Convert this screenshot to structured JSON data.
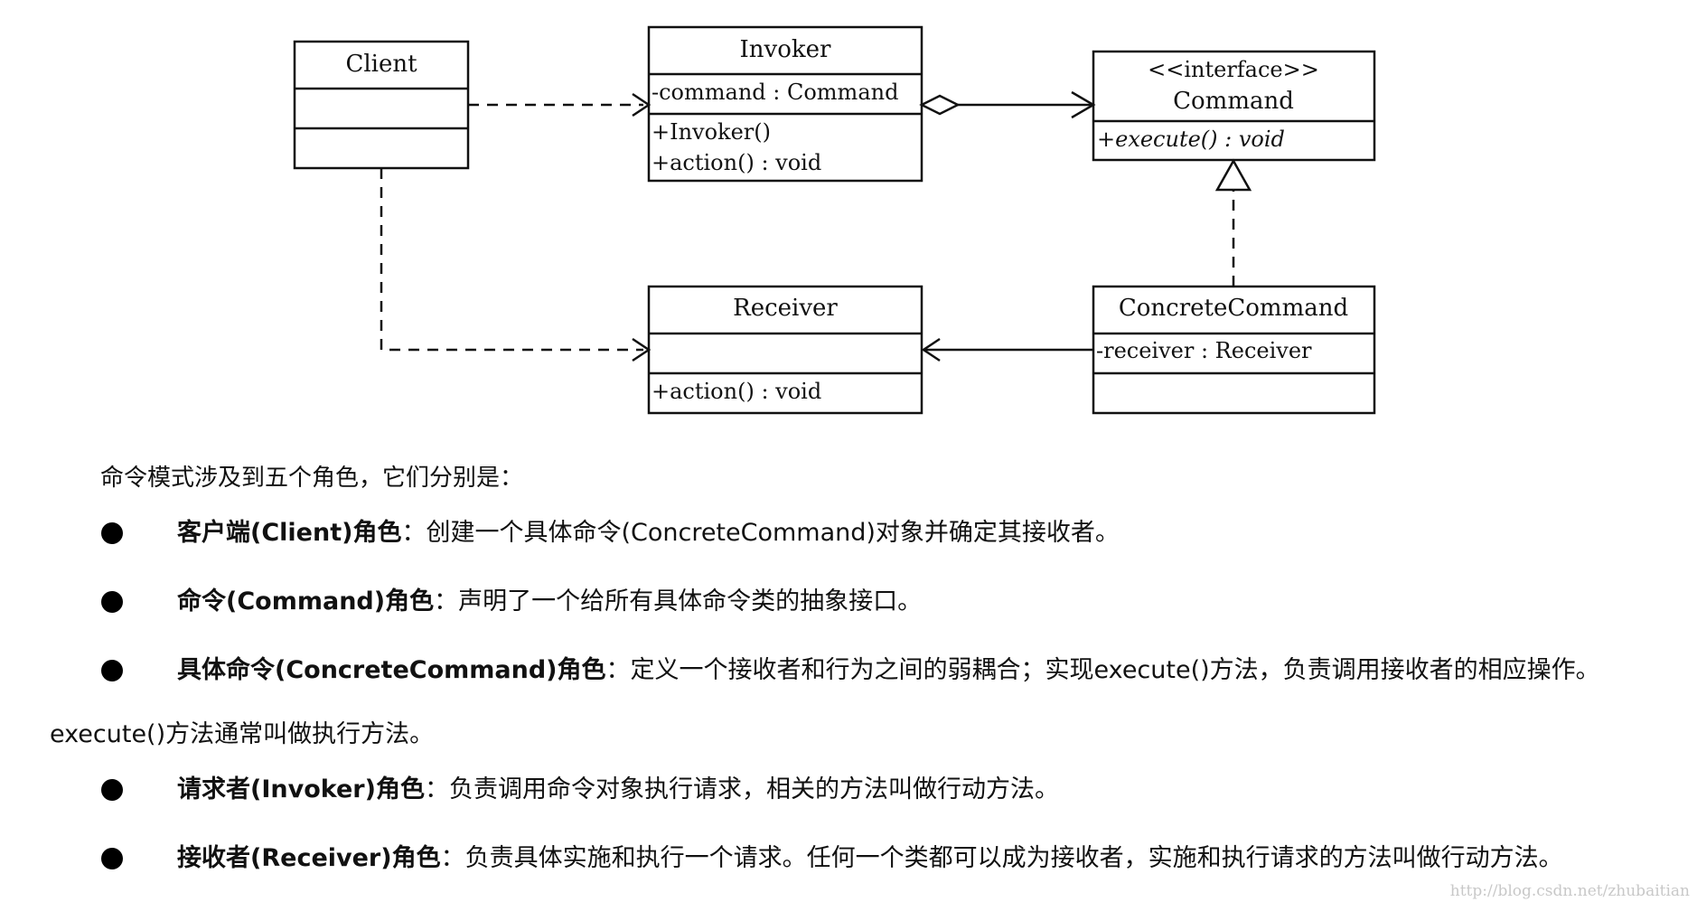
{
  "diagram": {
    "client": {
      "name": "Client"
    },
    "invoker": {
      "name": "Invoker",
      "attribute": "-command : Command",
      "op1": "+Invoker()",
      "op2": "+action() : void"
    },
    "command": {
      "stereotype": "<<interface>>",
      "name": "Command",
      "op1": "+execute() : void"
    },
    "receiver": {
      "name": "Receiver",
      "op1": "+action() : void"
    },
    "concrete": {
      "name": "ConcreteCommand",
      "attribute": "-receiver : Receiver"
    }
  },
  "text": {
    "intro": "命令模式涉及到五个角色，它们分别是：",
    "roles": [
      {
        "name": "客户端(Client)角色",
        "desc": "：创建一个具体命令(ConcreteCommand)对象并确定其接收者。"
      },
      {
        "name": "命令(Command)角色",
        "desc": "：声明了一个给所有具体命令类的抽象接口。"
      },
      {
        "name": "具体命令(ConcreteCommand)角色",
        "desc": "：定义一个接收者和行为之间的弱耦合；实现execute()方法，负责调用接收者的相应操作。",
        "continuation": "execute()方法通常叫做执行方法。"
      },
      {
        "name": "请求者(Invoker)角色",
        "desc": "：负责调用命令对象执行请求，相关的方法叫做行动方法。"
      },
      {
        "name": "接收者(Receiver)角色",
        "desc": "：负责具体实施和执行一个请求。任何一个类都可以成为接收者，实施和执行请求的方法叫做行动方法。"
      }
    ],
    "watermark": "http://blog.csdn.net/zhubaitian"
  }
}
